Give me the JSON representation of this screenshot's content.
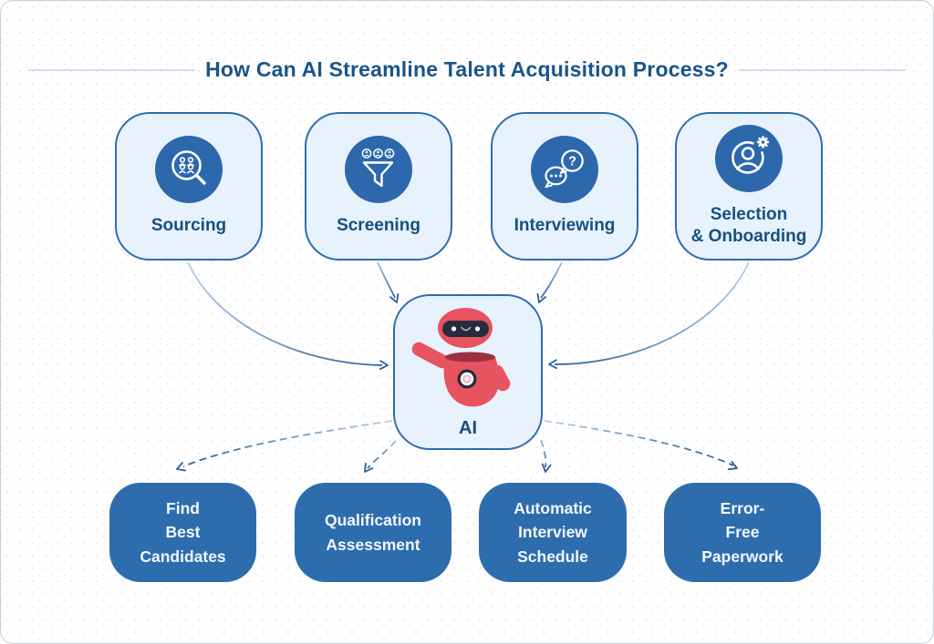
{
  "title": "How Can AI Streamline Talent Acquisition Process?",
  "top_row": {
    "boxes": [
      {
        "label": "Sourcing",
        "icon": "people-search-icon"
      },
      {
        "label": "Screening",
        "icon": "candidate-filter-icon"
      },
      {
        "label": "Interviewing",
        "icon": "chat-question-icon"
      },
      {
        "label": "Selection\n& Onboarding",
        "icon": "person-gear-icon"
      }
    ]
  },
  "center": {
    "label": "AI",
    "mascot": "ai-robot"
  },
  "bottom_row": {
    "boxes": [
      {
        "label": "Find\nBest\nCandidates"
      },
      {
        "label": "Qualification\nAssessment"
      },
      {
        "label": "Automatic\nInterview\nSchedule"
      },
      {
        "label": "Error-\nFree\nPaperwork"
      }
    ]
  },
  "colors": {
    "primary_blue": "#2d6dae",
    "box_border_blue": "#2e6cad",
    "light_box_fill": "#e7f2fc",
    "heading_text_blue": "#1b5488",
    "label_text_blue": "#17507f",
    "bottom_box_text": "#f2f7fb",
    "arrow_light": "#b6cfe9",
    "arrow_dark": "#2b5e95",
    "robot_coral": "#e85360",
    "robot_collar_red": "#9e3140",
    "robot_face_navy": "#262c3e"
  }
}
